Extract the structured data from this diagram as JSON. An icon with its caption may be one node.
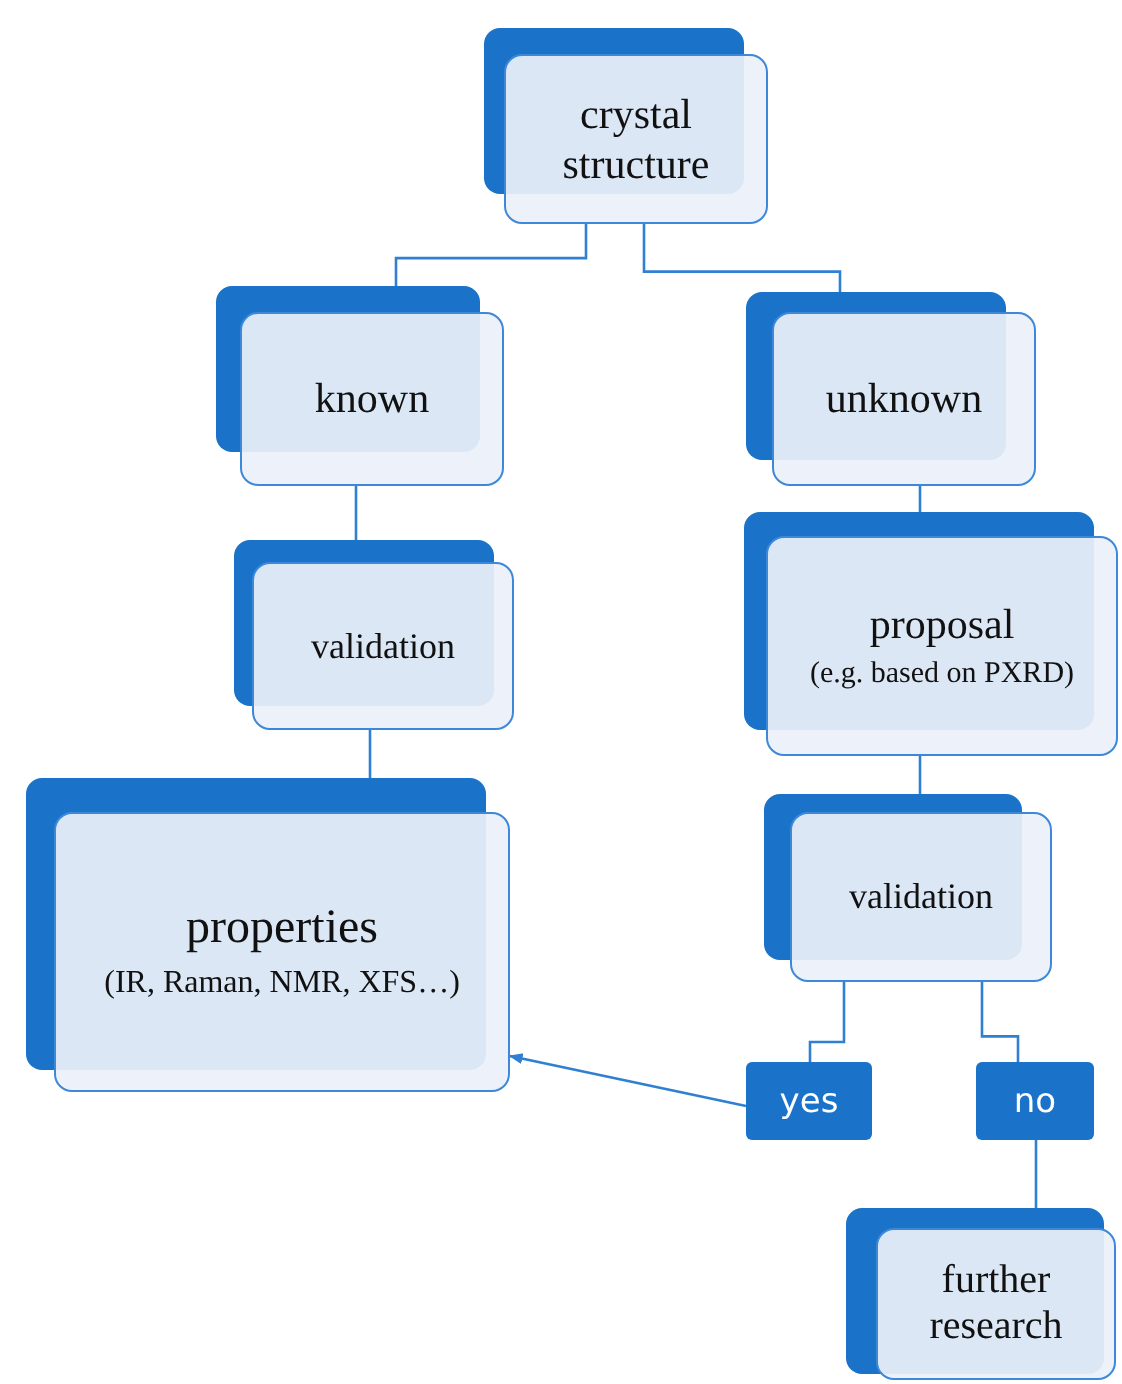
{
  "diagram": {
    "nodes": [
      {
        "text": [
          "crystal structure"
        ]
      },
      {
        "text": [
          "known"
        ]
      },
      {
        "text": [
          "unknown"
        ]
      },
      {
        "text": [
          "validation"
        ]
      },
      {
        "text": [
          "proposal",
          "(e.g. based on PXRD)"
        ]
      },
      {
        "text": [
          "properties",
          "(IR, Raman, NMR, XFS…)"
        ]
      },
      {
        "text": [
          "validation"
        ]
      },
      {
        "text": [
          "yes"
        ]
      },
      {
        "text": [
          "no"
        ]
      },
      {
        "text": [
          "further research"
        ]
      }
    ],
    "edges": [
      {
        "from": 0,
        "to": 1,
        "arrow": "none"
      },
      {
        "from": 0,
        "to": 2,
        "arrow": "none"
      },
      {
        "from": 1,
        "to": 3,
        "arrow": "none"
      },
      {
        "from": 2,
        "to": 4,
        "arrow": "none"
      },
      {
        "from": 3,
        "to": 5,
        "arrow": "none"
      },
      {
        "from": 4,
        "to": 6,
        "arrow": "none"
      },
      {
        "from": 6,
        "to": 7,
        "arrow": "none"
      },
      {
        "from": 6,
        "to": 8,
        "arrow": "none"
      },
      {
        "from": 7,
        "to": 5,
        "arrow": "to"
      },
      {
        "from": 8,
        "to": 9,
        "arrow": "none"
      }
    ]
  }
}
